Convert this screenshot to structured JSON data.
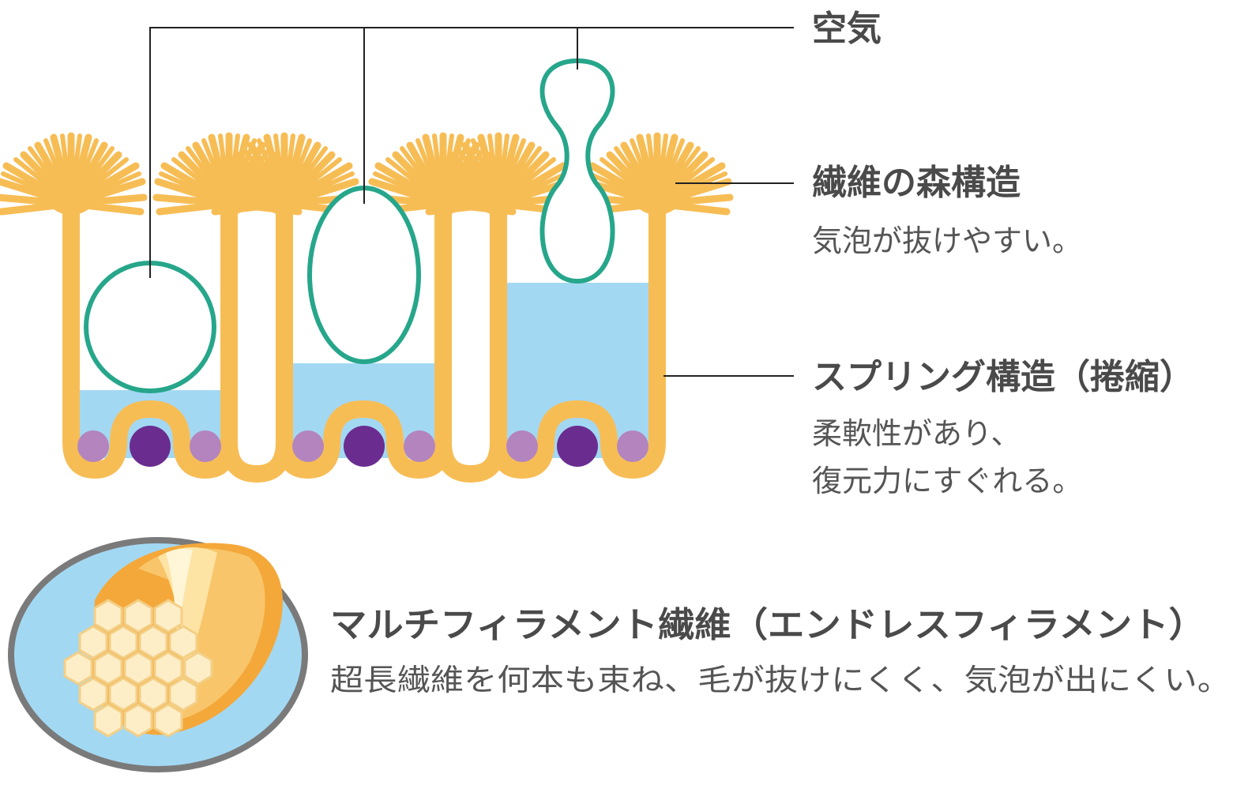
{
  "labels": {
    "air": "空気",
    "forest_title": "繊維の森構造",
    "forest_desc": "気泡が抜けやすい。",
    "spring_title": "スプリング構造（捲縮）",
    "spring_desc_line1": "柔軟性があり、",
    "spring_desc_line2": "復元力にすぐれる。",
    "multi_title": "マルチフィラメント繊維（エンドレスフィラメント）",
    "multi_desc": "超長繊維を何本も束ね、毛が抜けにくく、気泡が出にくい。"
  },
  "colors": {
    "fiber": "#f7bd55",
    "water": "#a3d8f3",
    "bubble": "#26a68a",
    "dot_dark": "#6a2d8f",
    "dot_light": "#b384bd",
    "leader": "#222222",
    "ellipse_bg": "#a3d8f3",
    "ellipse_border": "#7a7a7a"
  }
}
